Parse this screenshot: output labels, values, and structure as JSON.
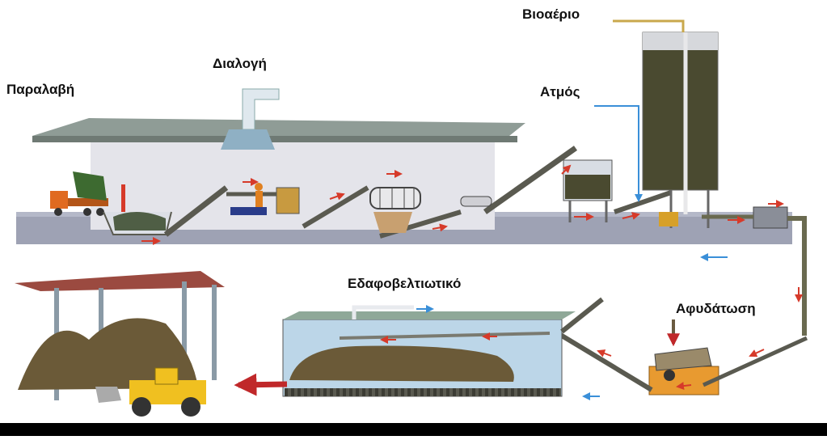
{
  "labels": {
    "reception": "Παραλαβή",
    "sorting": "Διαλογή",
    "biogas": "Βιοαέριο",
    "steam": "Ατμός",
    "soil_conditioner": "Εδαφοβελτιωτικό",
    "dewatering": "Αφυδάτωση"
  },
  "colors": {
    "roof": "#8f9c96",
    "building_wall": "#e4e4ea",
    "ground": "#9ea2b4",
    "digester": "#4a4a30",
    "conveyor": "#5a5a50",
    "flow_arrow": "#d63a2a",
    "water_arrow": "#3a8fd8",
    "shed_roof": "#9b4a40",
    "compost": "#6b5a38",
    "loader": "#f0c020",
    "tank_water": "#bcd6e8"
  }
}
